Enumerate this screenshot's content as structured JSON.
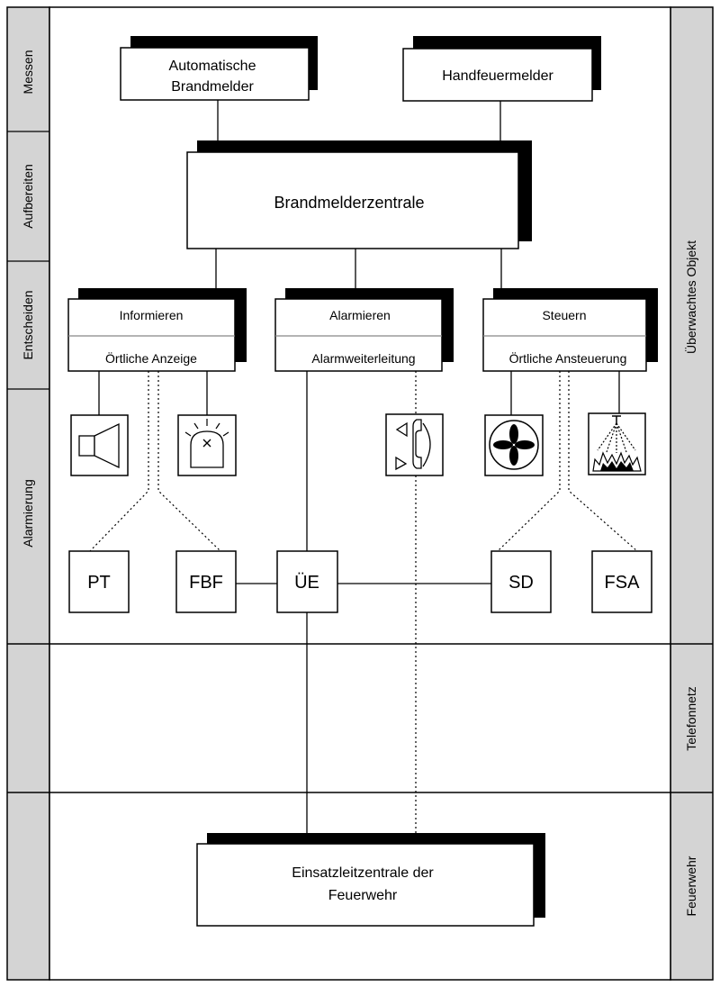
{
  "left_rail": {
    "messen": "Messen",
    "aufbereiten": "Aufbereiten",
    "entscheiden": "Entscheiden",
    "alarmierung": "Alarmierung"
  },
  "right_rail": {
    "objekt": "Überwachtes Objekt",
    "telefonnetz": "Telefonnetz",
    "feuerwehr": "Feuerwehr"
  },
  "boxes": {
    "automatische_line1": "Automatische",
    "automatische_line2": "Brandmelder",
    "handfeuermelder": "Handfeuermelder",
    "zentrale": "Brandmelderzentrale",
    "informieren": "Informieren",
    "oertliche_anzeige": "Örtliche Anzeige",
    "alarmieren": "Alarmieren",
    "alarmweiterleitung": "Alarmweiterleitung",
    "steuern": "Steuern",
    "oertliche_ansteuerung": "Örtliche Ansteuerung",
    "einsatz_line1": "Einsatzleitzentrale der",
    "einsatz_line2": "Feuerwehr"
  },
  "codes": {
    "pt": "PT",
    "fbf": "FBF",
    "ue": "ÜE",
    "sd": "SD",
    "fsa": "FSA"
  },
  "icons": [
    "horn-icon",
    "flashing-beacon-icon",
    "telephone-icon",
    "fan-icon",
    "sprinkler-icon"
  ]
}
